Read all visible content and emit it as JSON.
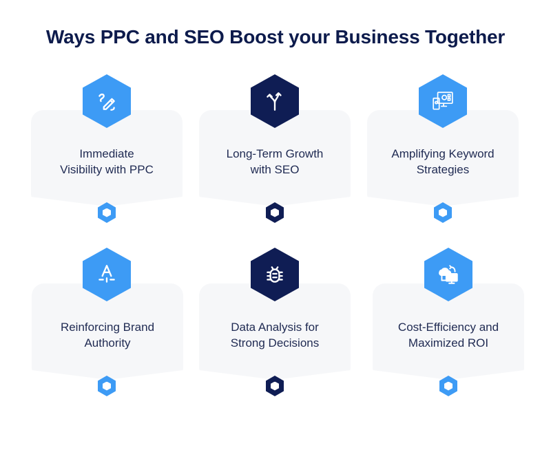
{
  "title": "Ways PPC and SEO Boost your Business Together",
  "colors": {
    "title": "#0d1b4c",
    "blue": "#3d9bf5",
    "navy": "#0f1d54",
    "card_bg": "#f6f7f9",
    "label": "#1f2a52"
  },
  "items": [
    {
      "label_line1": "Immediate",
      "label_line2": "Visibility with PPC",
      "icon": "pencil-scribble-icon",
      "color": "blue"
    },
    {
      "label_line1": "Long-Term Growth",
      "label_line2": "with SEO",
      "icon": "split-arrows-icon",
      "color": "navy"
    },
    {
      "label_line1": "Amplifying Keyword",
      "label_line2": "Strategies",
      "icon": "multi-device-icon",
      "color": "blue"
    },
    {
      "label_line1": "Reinforcing Brand",
      "label_line2": "Authority",
      "icon": "text-baseline-icon",
      "color": "blue"
    },
    {
      "label_line1": "Data Analysis for",
      "label_line2": "Strong Decisions",
      "icon": "bug-icon",
      "color": "navy"
    },
    {
      "label_line1": "Cost-Efficiency and",
      "label_line2": "Maximized ROI",
      "icon": "cloud-sync-monitor-icon",
      "color": "blue"
    }
  ]
}
